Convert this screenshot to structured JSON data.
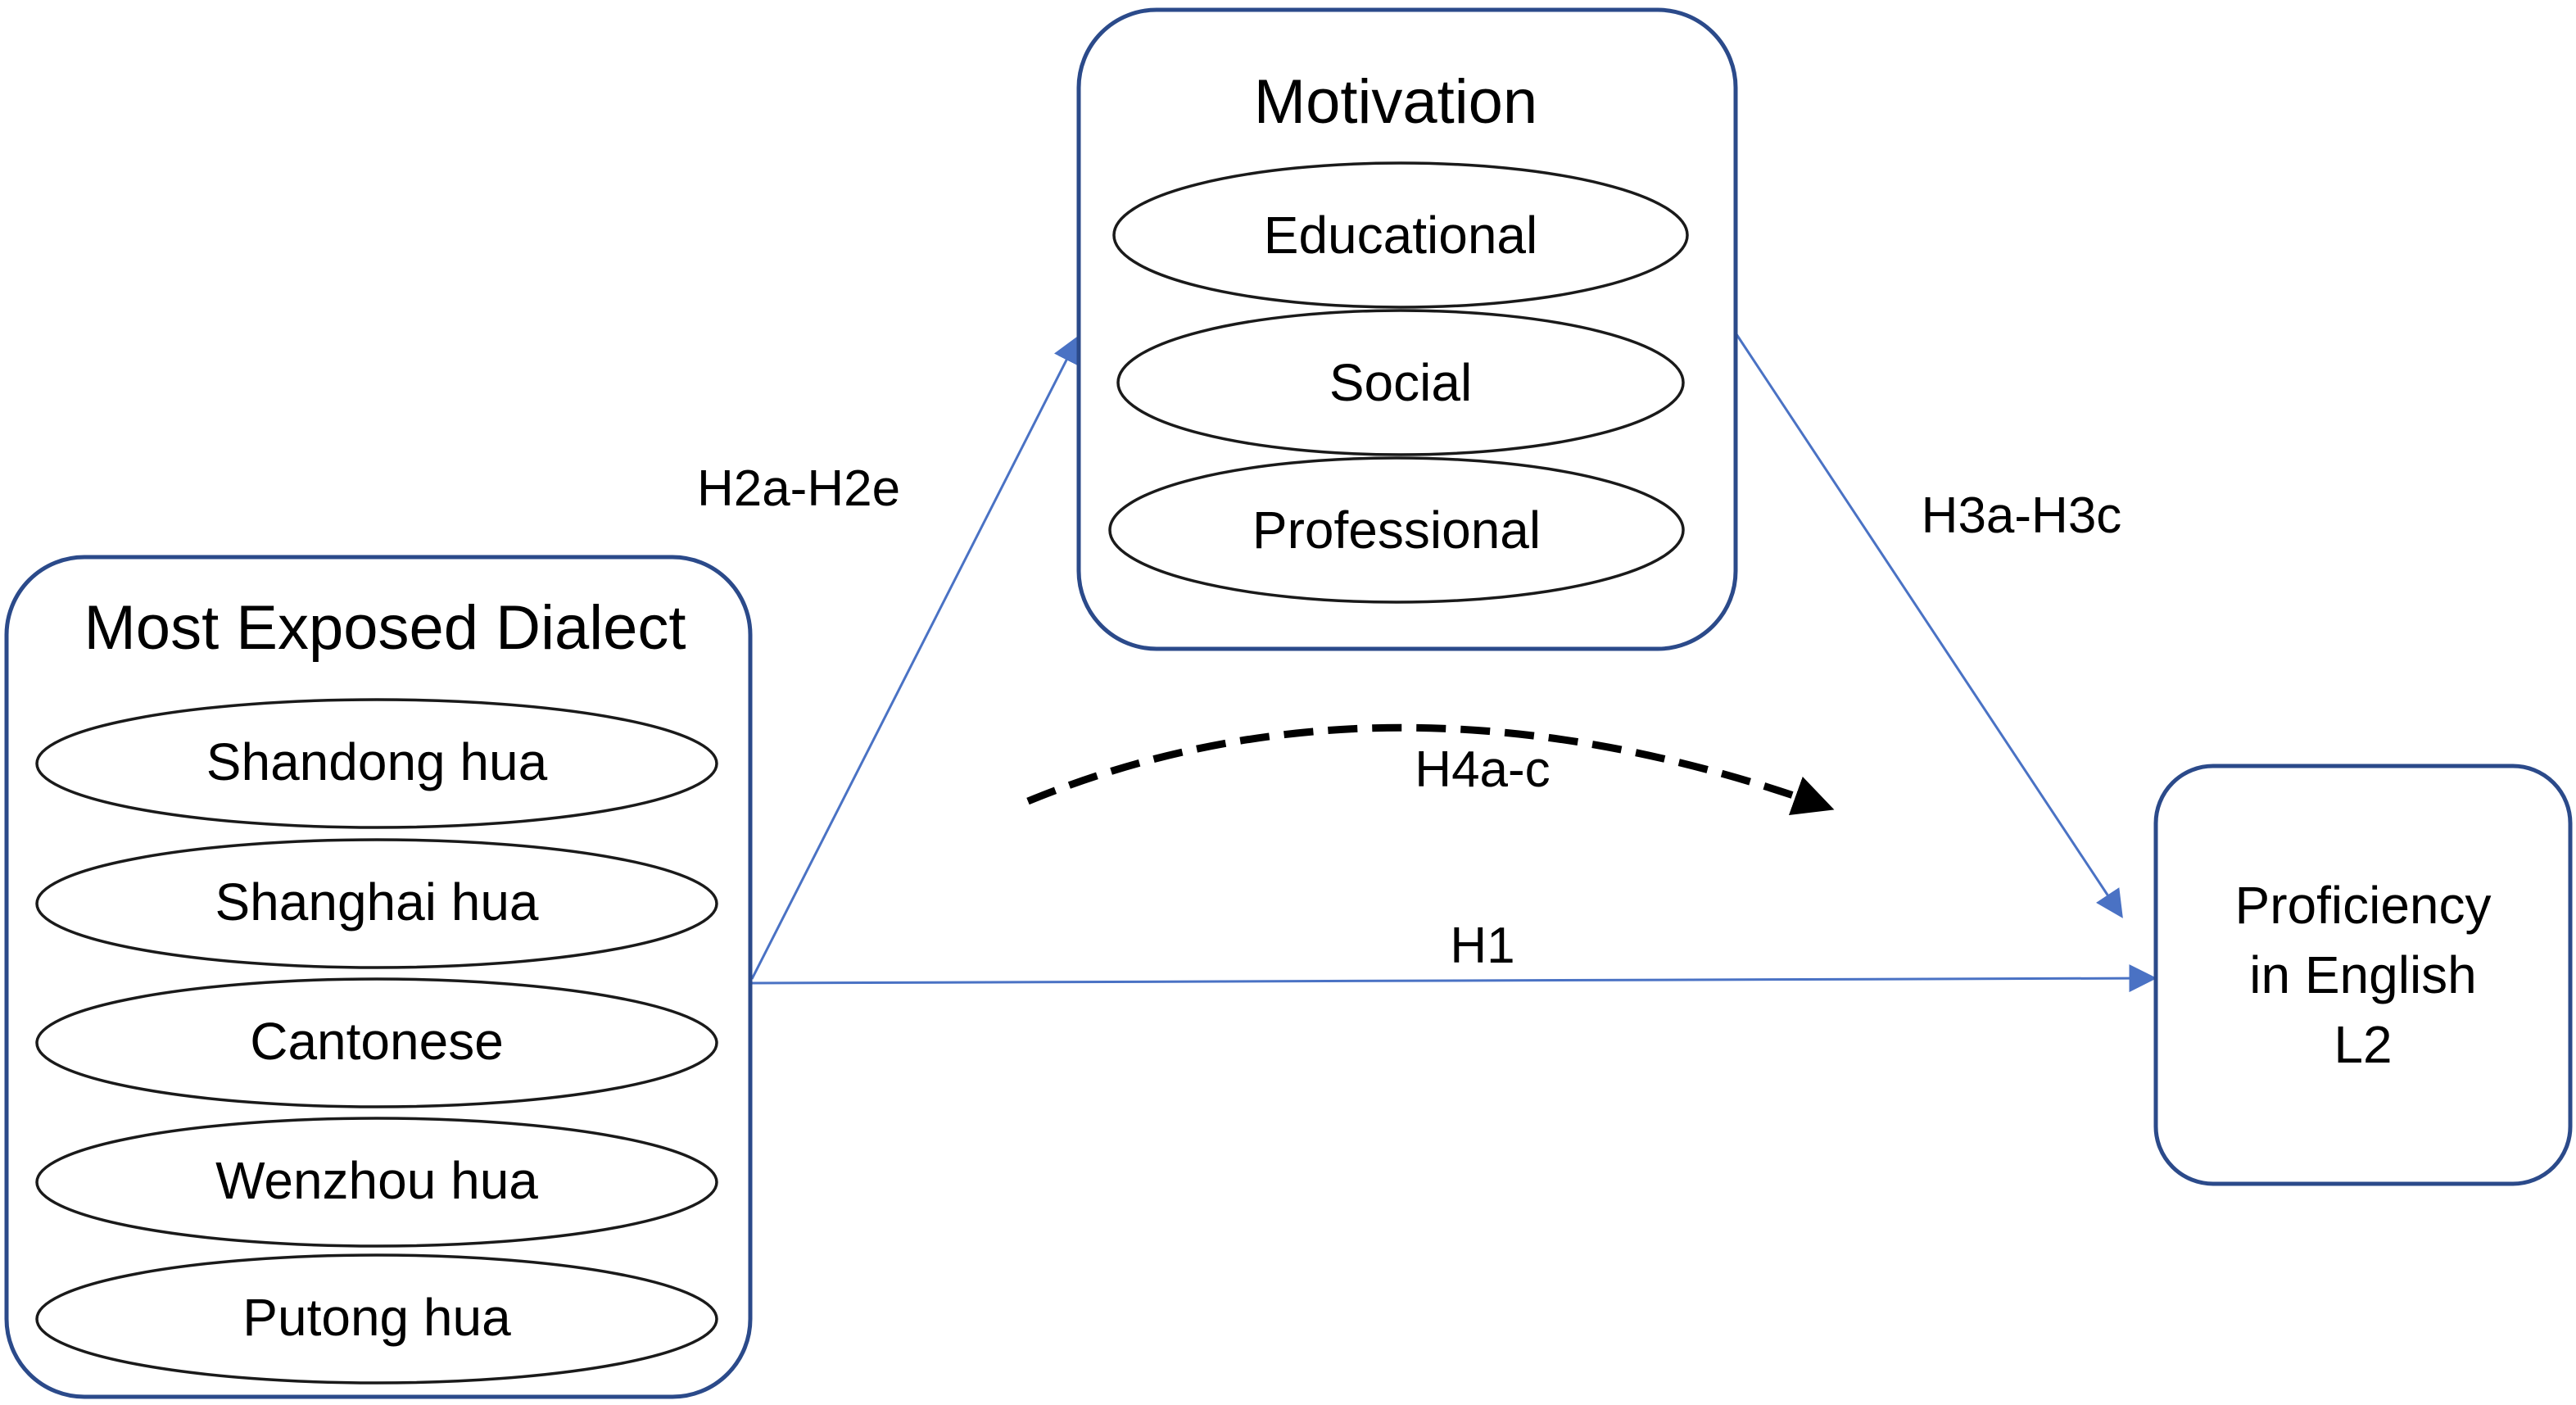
{
  "colors": {
    "box_border": "#2b4a8a",
    "arrow": "#4a72c4",
    "text": "#000000"
  },
  "dialect_group": {
    "title": "Most Exposed Dialect",
    "items": [
      "Shandong hua",
      "Shanghai hua",
      "Cantonese",
      "Wenzhou hua",
      "Putong hua"
    ]
  },
  "motivation_group": {
    "title": "Motivation",
    "items": [
      "Educational",
      "Social",
      "Professional"
    ]
  },
  "outcome": {
    "lines": [
      "Proficiency",
      "in English",
      "L2"
    ]
  },
  "edges": {
    "dialect_to_motivation": "H2a-H2e",
    "motivation_to_outcome": "H3a-H3c",
    "mediation": "H4a-c",
    "dialect_to_outcome": "H1"
  }
}
